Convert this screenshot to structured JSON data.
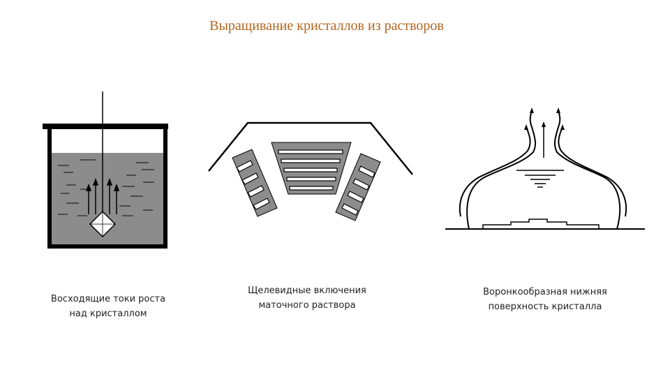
{
  "slide": {
    "title": "Выращивание кристаллов из растворов"
  },
  "colors": {
    "title": "#b5651d",
    "solution": "#8c8c8c",
    "ink": "#000000"
  },
  "figures": [
    {
      "caption_lines": [
        "Восходящие токи роста",
        "над кристаллом"
      ]
    },
    {
      "caption_lines": [
        "Щелевидные включения",
        "маточного раствора"
      ]
    },
    {
      "caption_lines": [
        "Воронкообразная нижняя",
        "поверхность кристалла"
      ]
    }
  ]
}
